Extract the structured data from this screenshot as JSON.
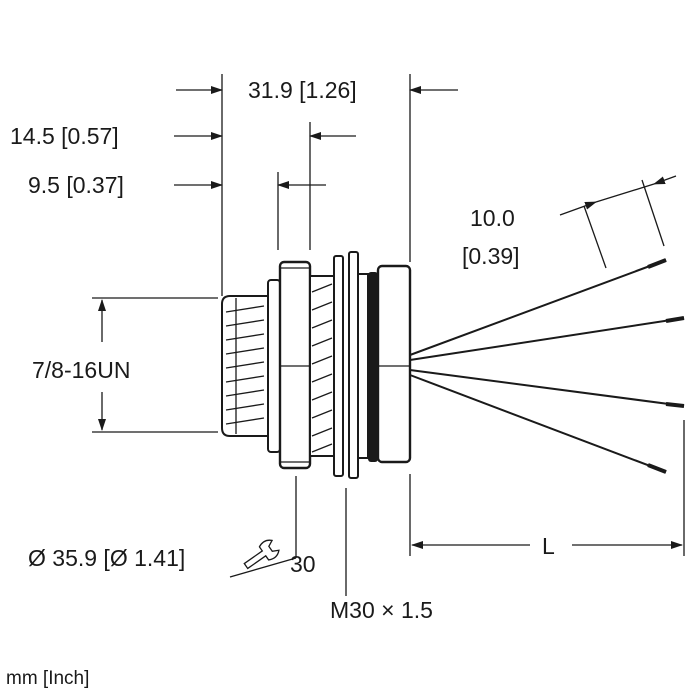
{
  "dimensions": {
    "overall_length": "31.9 [1.26]",
    "hex_offset": "14.5 [0.57]",
    "thread_offset": "9.5 [0.37]",
    "strip_length_mm": "10.0",
    "strip_length_in": "[0.39]",
    "thread_spec": "7/8-16UN",
    "hex_across": "Ø 35.9 [Ø 1.41]",
    "wrench_size": "30",
    "panel_thread": "M30 × 1.5",
    "cable_length": "L"
  },
  "units_note": "mm [Inch]",
  "icons": {
    "wrench": "wrench-icon"
  }
}
